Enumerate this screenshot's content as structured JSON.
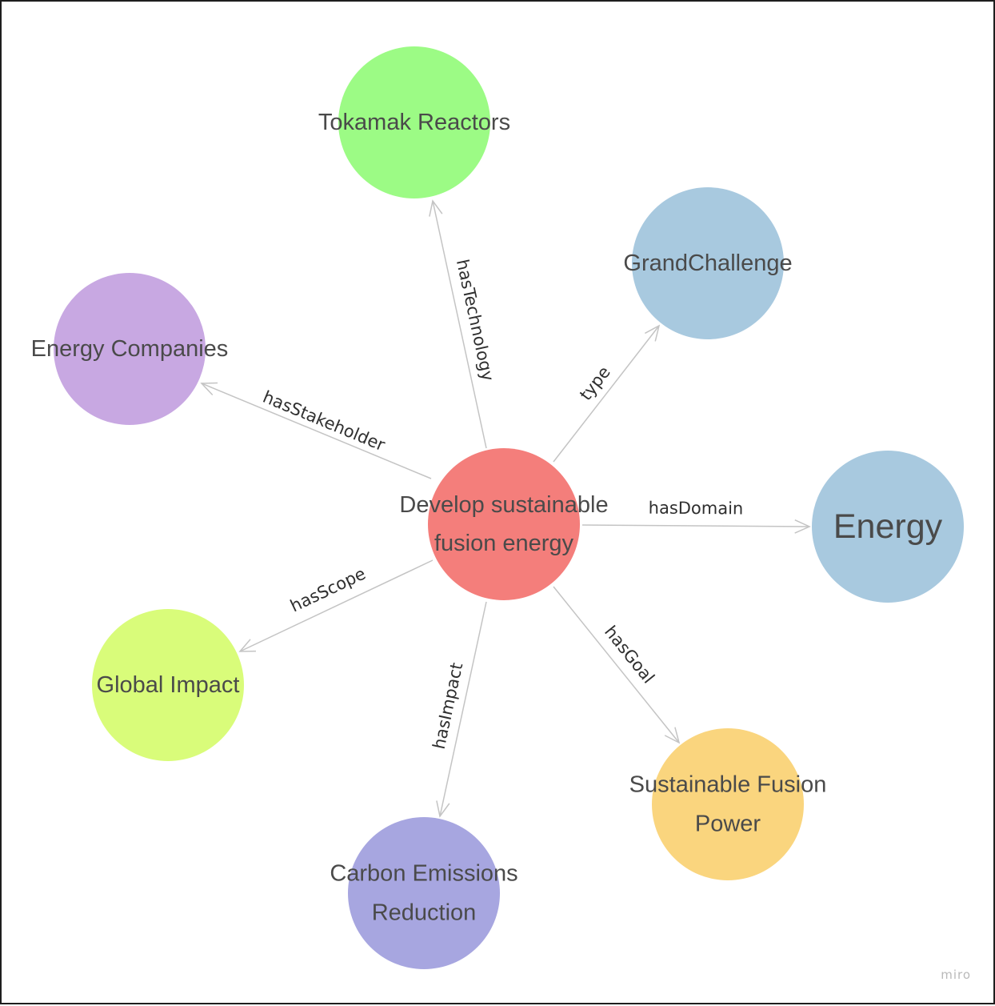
{
  "watermark": "miro",
  "colors": {
    "edge": "#c4c4c4",
    "label_text": "#4a4a4a"
  },
  "diagram": {
    "center": {
      "id": "center",
      "lines": [
        "Develop sustainable",
        "fusion energy"
      ],
      "color": "#f47e7b"
    },
    "nodes": [
      {
        "id": "tokamak",
        "lines": [
          "Tokamak Reactors"
        ],
        "color": "#9cfb85"
      },
      {
        "id": "grandchallenge",
        "lines": [
          "GrandChallenge"
        ],
        "color": "#a8c9df"
      },
      {
        "id": "energy-companies",
        "lines": [
          "Energy Companies"
        ],
        "color": "#c8a8e2"
      },
      {
        "id": "energy",
        "lines": [
          "Energy"
        ],
        "color": "#a8c9df"
      },
      {
        "id": "global-impact",
        "lines": [
          "Global Impact"
        ],
        "color": "#d9fc7a"
      },
      {
        "id": "carbon",
        "lines": [
          "Carbon Emissions",
          "Reduction"
        ],
        "color": "#a7a6e0"
      },
      {
        "id": "sustainable-power",
        "lines": [
          "Sustainable Fusion",
          "Power"
        ],
        "color": "#fad57e"
      }
    ],
    "edges": [
      {
        "from": "center",
        "to": "tokamak",
        "label": "hasTechnology"
      },
      {
        "from": "center",
        "to": "grandchallenge",
        "label": "type"
      },
      {
        "from": "center",
        "to": "energy-companies",
        "label": "hasStakeholder"
      },
      {
        "from": "center",
        "to": "energy",
        "label": "hasDomain"
      },
      {
        "from": "center",
        "to": "global-impact",
        "label": "hasScope"
      },
      {
        "from": "center",
        "to": "carbon",
        "label": "hasImpact"
      },
      {
        "from": "center",
        "to": "sustainable-power",
        "label": "hasGoal"
      }
    ]
  }
}
